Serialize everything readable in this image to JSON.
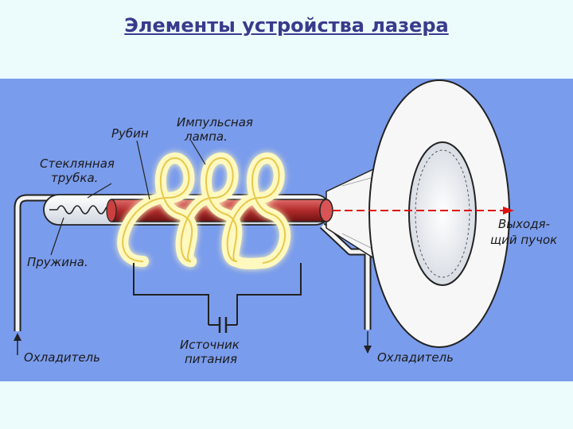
{
  "title": "Элементы устройства лазера",
  "labels": {
    "flash_lamp_1": "Импульсная",
    "flash_lamp_2": "лампа.",
    "ruby": "Рубин",
    "glass_tube_1": "Стеклянная",
    "glass_tube_2": "трубка.",
    "spring": "Пружина.",
    "power_source_1": "Источник",
    "power_source_2": "питания",
    "coolant_left": "Охладитель",
    "coolant_right": "Охладитель",
    "output_beam_1": "Выходя-",
    "output_beam_2": "щий пучок"
  },
  "colors": {
    "panel": "#7a9cec",
    "ruby": "#b02a2a",
    "beam": "#e01010",
    "lamp_glow": "#fff4a0",
    "title": "#3a3a8c"
  }
}
